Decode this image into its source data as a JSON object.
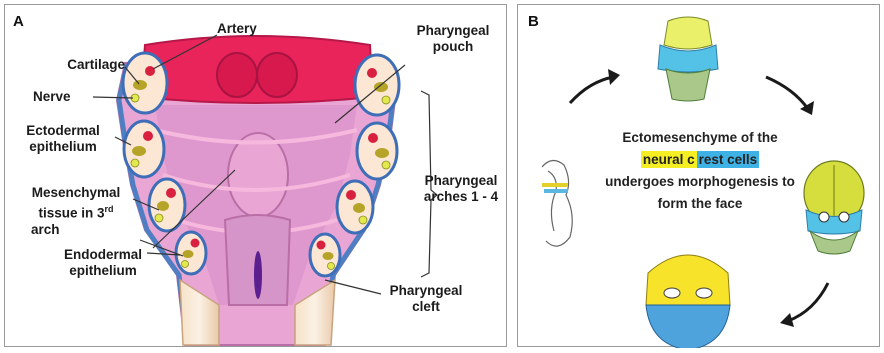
{
  "panel_a": {
    "letter": "A",
    "labels": {
      "artery": "Artery",
      "cartilage": "Cartilage",
      "nerve": "Nerve",
      "ectodermal_1": "Ectodermal",
      "ectodermal_2": "epithelium",
      "mesenchymal_1": "Mesenchymal",
      "mesenchymal_2": "tissue in 3",
      "mesenchymal_sup": "rd",
      "mesenchymal_3": "arch",
      "endodermal_1": "Endodermal",
      "endodermal_2": "epithelium",
      "pouch_1": "Pharyngeal",
      "pouch_2": "pouch",
      "arches_1": "Pharyngeal",
      "arches_2": "arches 1 - 4",
      "cleft_1": "Pharyngeal",
      "cleft_2": "cleft"
    }
  },
  "panel_b": {
    "letter": "B",
    "text": {
      "line1": "Ectomesenchyme of the",
      "line2_part1": "neural c",
      "line2_part2": "rest cells",
      "line3": "undergoes morphogenesis to",
      "line4": "form the face"
    }
  },
  "colors": {
    "pharynx_pink": "#e7a4d4",
    "arch_red": "#e8245a",
    "crest_yellow": "#f4ee22",
    "crest_blue": "#3eb2e4"
  }
}
